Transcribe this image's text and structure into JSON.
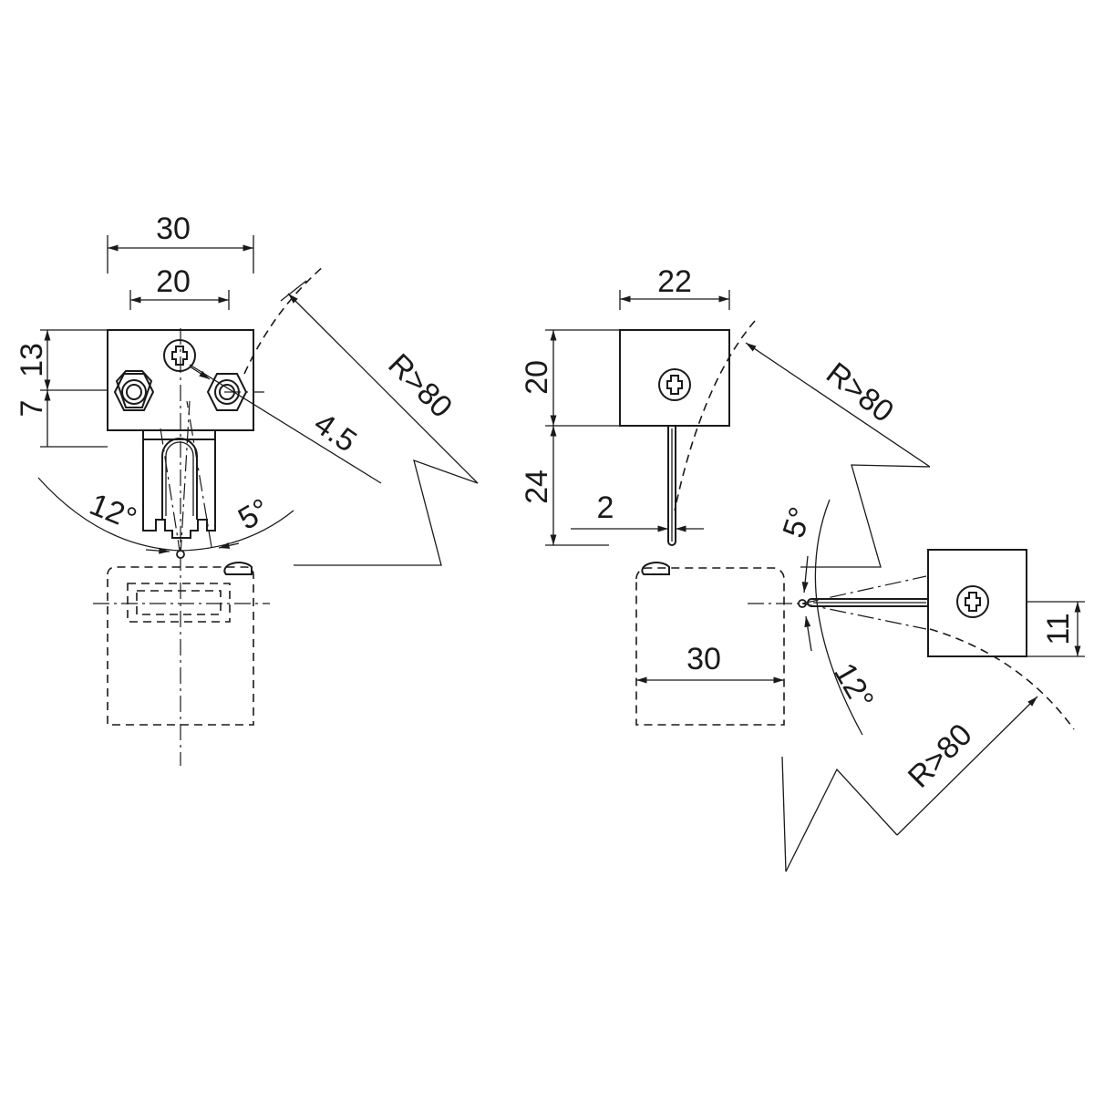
{
  "labels": {
    "left_width_total": "30",
    "left_width_inner": "20",
    "left_height_13": "13",
    "left_height_7": "7",
    "left_screw_dia": "4.5",
    "left_radius": "R>80",
    "left_angle_12": "12°",
    "left_angle_5": "5°",
    "right_width": "22",
    "right_height_20": "20",
    "right_height_24": "24",
    "right_pin_dia": "2",
    "right_radius_top": "R>80",
    "right_angle_5": "5°",
    "right_angle_12": "12°",
    "right_offset_11": "11",
    "right_body_width": "30",
    "right_radius_bottom": "R>80"
  },
  "colors": {
    "line": "#1a1a1a",
    "background": "#ffffff"
  }
}
